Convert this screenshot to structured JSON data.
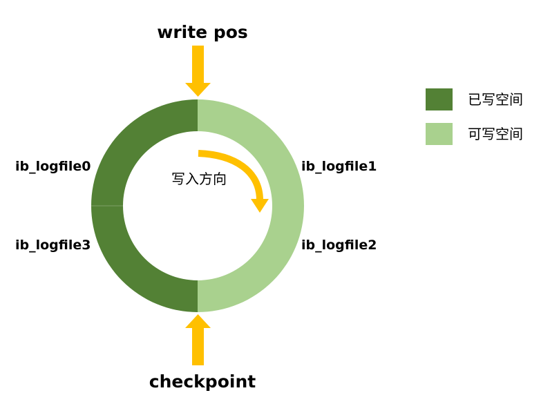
{
  "top_pointer": {
    "label": "write pos"
  },
  "bottom_pointer": {
    "label": "checkpoint"
  },
  "direction_label": "写入方向",
  "files": {
    "f0": "ib_logfile0",
    "f1": "ib_logfile1",
    "f2": "ib_logfile2",
    "f3": "ib_logfile3"
  },
  "legend": [
    {
      "label": "已写空间",
      "color": "#538135"
    },
    {
      "label": "可写空间",
      "color": "#a9d18e"
    }
  ],
  "colors": {
    "written": "#538135",
    "writable": "#a9d18e",
    "arrow": "#ffc000"
  }
}
